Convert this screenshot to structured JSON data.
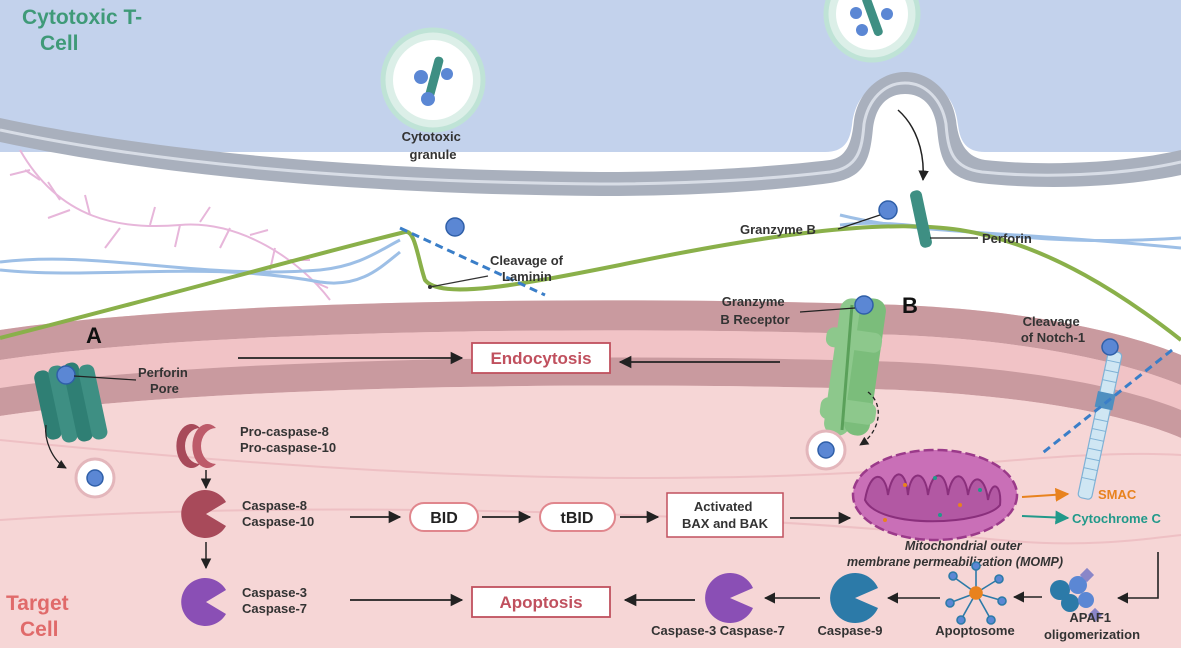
{
  "cell_labels": {
    "t_cell": [
      "Cytotoxic T-",
      "Cell"
    ],
    "target_cell": [
      "Target",
      "Cell"
    ]
  },
  "section_letters": {
    "a": "A",
    "b": "B"
  },
  "labels": {
    "cytotoxic_granule": [
      "Cytotoxic",
      "granule"
    ],
    "granzyme_b": "Granzyme B",
    "perforin": "Perforin",
    "cleavage_of_laminin": [
      "Cleavage of",
      "Laminin"
    ],
    "perforin_pore": [
      "Perforin",
      "Pore"
    ],
    "granzyme_b_receptor": [
      "Granzyme",
      "B Receptor"
    ],
    "cleavage_of_notch": [
      "Cleavage",
      "of Notch-1"
    ],
    "endocytosis": "Endocytosis",
    "pro_caspase": [
      "Pro-caspase-8",
      "Pro-caspase-10"
    ],
    "caspase_8_10": [
      "Caspase-8",
      "Caspase-10"
    ],
    "bid": "BID",
    "tbid": "tBID",
    "activated_bax_bak": [
      "Activated",
      "BAX and BAK"
    ],
    "momp": [
      "Mitochondrial outer",
      "membrane permeabilization (MOMP)"
    ],
    "smac": "SMAC",
    "cytochrome_c": "Cytochrome C",
    "caspase_3_7_left": [
      "Caspase-3",
      "Caspase-7"
    ],
    "apoptosis": "Apoptosis",
    "caspase_3_7_right": "Caspase-3 Caspase-7",
    "caspase_9": "Caspase-9",
    "apoptosome": "Apoptosome",
    "apaf1": [
      "APAF1",
      "oligomerization"
    ]
  },
  "colors": {
    "t_cell_fill": "#c3d2ec",
    "t_membrane": "#a9b0bd",
    "target_fill": "#f4cdcd",
    "target_membrane": "#c99a9f",
    "ecm_line": "#8ab04a",
    "granzyme": "#5b87d4",
    "perforin": "#3e8f83",
    "caspase_dark_red": "#a84a5a",
    "caspase_purple": "#8a4fb5",
    "caspase_9_blue": "#2c7aa8",
    "smac_orange": "#e8821e",
    "cytochrome_teal": "#22998a",
    "label_red": "#c0505e"
  }
}
